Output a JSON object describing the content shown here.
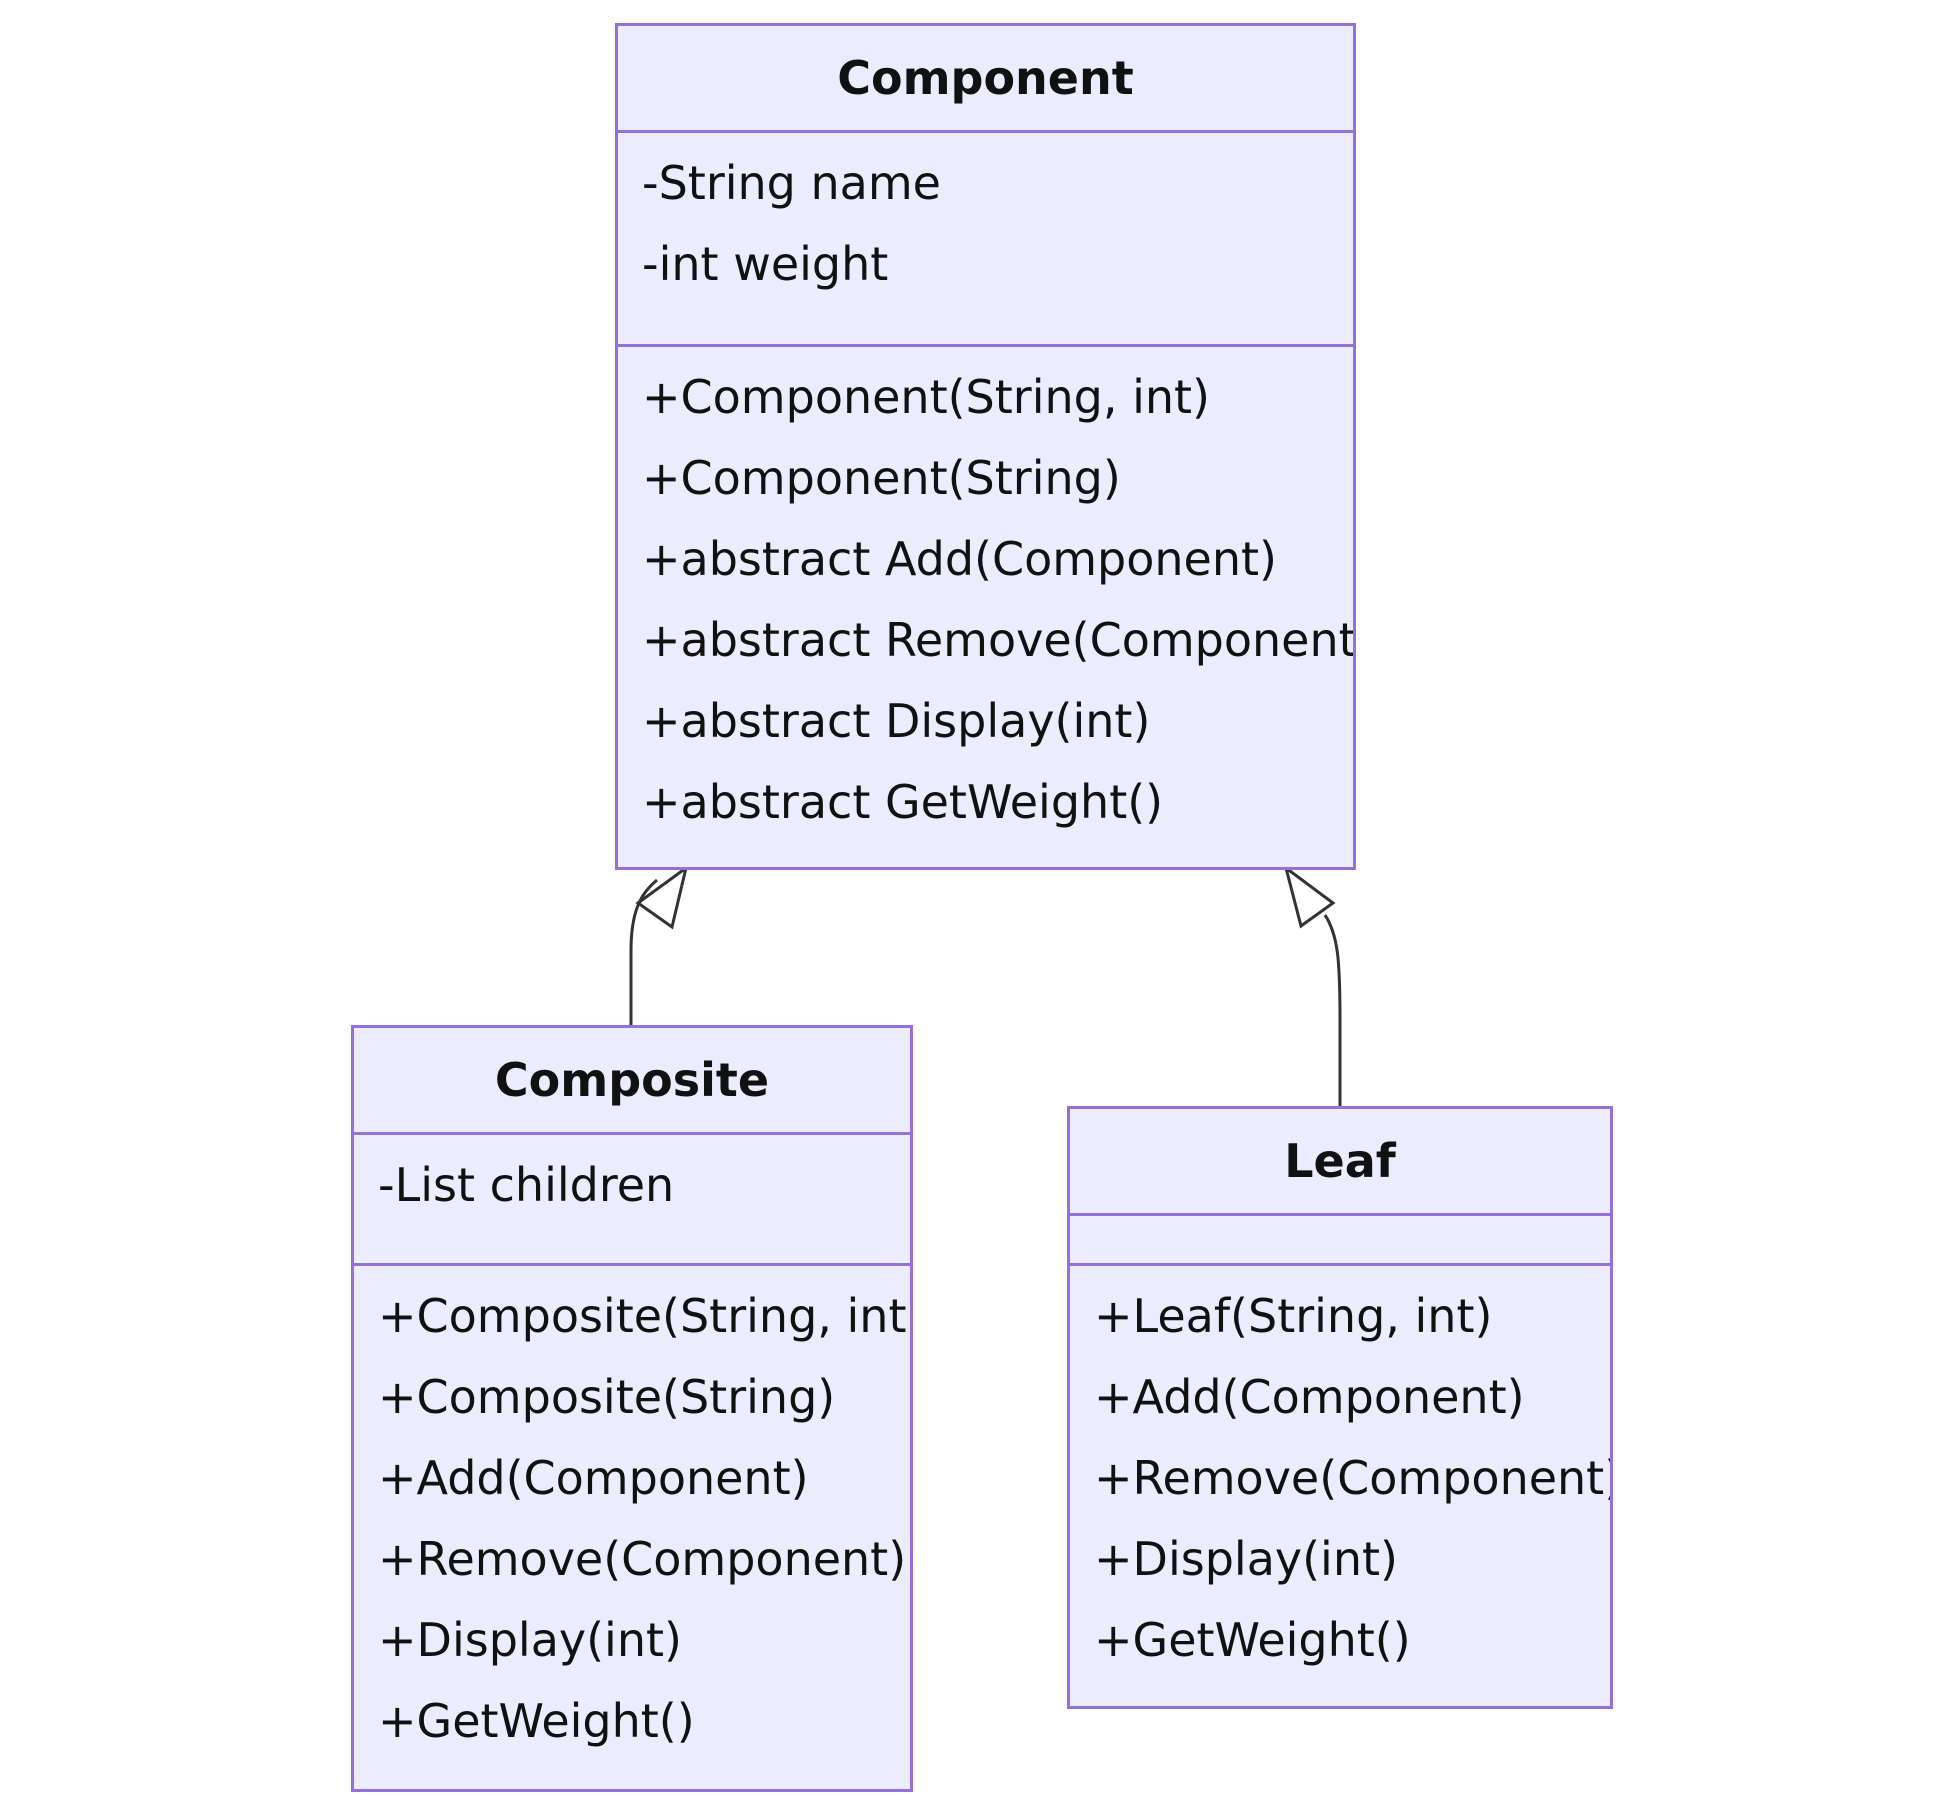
{
  "diagram": {
    "type": "uml-class-diagram",
    "classes": [
      {
        "id": "component",
        "name": "Component",
        "attributes": [
          "-String name",
          "-int weight"
        ],
        "methods": [
          "+Component(String, int)",
          "+Component(String)",
          "+abstract Add(Component)",
          "+abstract Remove(Component)",
          "+abstract Display(int)",
          "+abstract GetWeight()"
        ]
      },
      {
        "id": "composite",
        "name": "Composite",
        "attributes": [
          "-List children"
        ],
        "methods": [
          "+Composite(String, int)",
          "+Composite(String)",
          "+Add(Component)",
          "+Remove(Component)",
          "+Display(int)",
          "+GetWeight()"
        ]
      },
      {
        "id": "leaf",
        "name": "Leaf",
        "attributes": [],
        "methods": [
          "+Leaf(String, int)",
          "+Add(Component)",
          "+Remove(Component)",
          "+Display(int)",
          "+GetWeight()"
        ]
      }
    ],
    "relations": [
      {
        "type": "inheritance",
        "from": "composite",
        "to": "component"
      },
      {
        "type": "inheritance",
        "from": "leaf",
        "to": "component"
      }
    ],
    "colors": {
      "box_fill": "#ececff",
      "box_border": "#9370db",
      "edge": "#333333",
      "text": "#111111"
    }
  }
}
